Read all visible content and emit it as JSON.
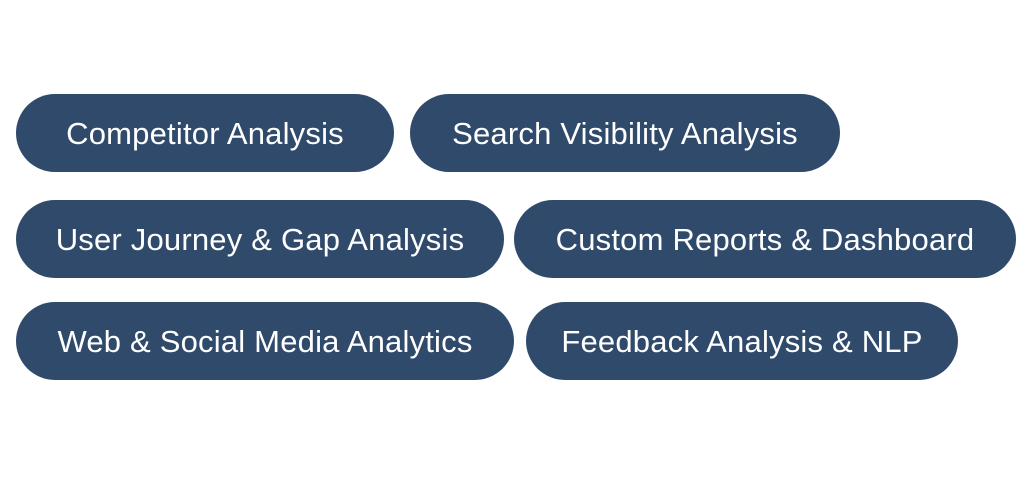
{
  "tags": {
    "background_color": "#2f4a6b",
    "text_color": "#ffffff",
    "items": [
      {
        "label": "Competitor Analysis"
      },
      {
        "label": "Search Visibility Analysis"
      },
      {
        "label": "User Journey & Gap Analysis"
      },
      {
        "label": "Custom Reports & Dashboard"
      },
      {
        "label": "Web & Social Media Analytics"
      },
      {
        "label": "Feedback Analysis & NLP"
      }
    ]
  }
}
